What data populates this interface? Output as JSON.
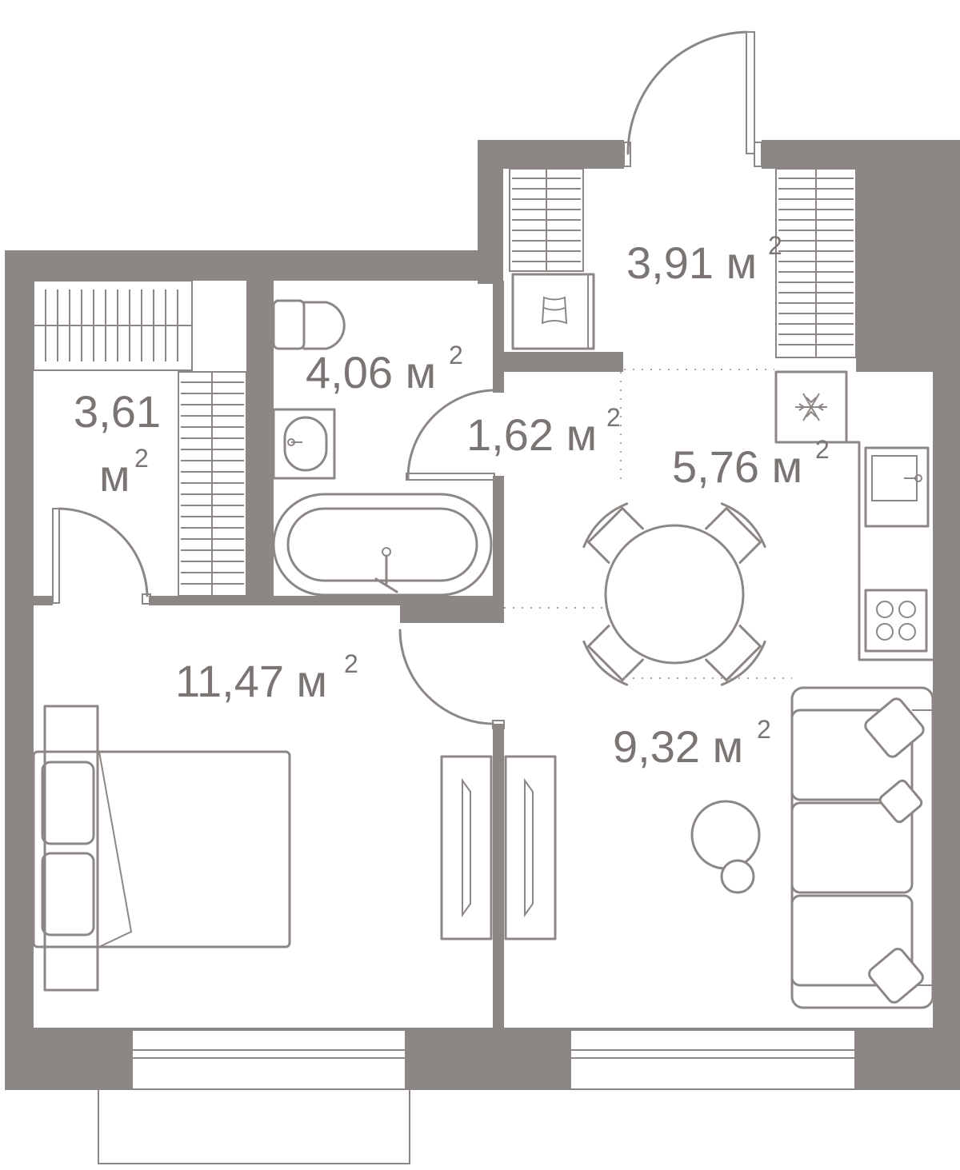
{
  "colors": {
    "wall": "#8c8784",
    "line": "#8c8784",
    "text": "#7a7573",
    "background": "#ffffff"
  },
  "rooms": {
    "hall": {
      "area": "3,91",
      "unit": "м",
      "exp": "2"
    },
    "closet": {
      "area": "3,61",
      "unit": "м",
      "exp": "2"
    },
    "bathroom": {
      "area": "4,06",
      "unit": "м",
      "exp": "2"
    },
    "corridor": {
      "area": "1,62",
      "unit": "м",
      "exp": "2"
    },
    "kitchen": {
      "area": "5,76",
      "unit": "м",
      "exp": "2"
    },
    "bedroom": {
      "area": "11,47",
      "unit": "м",
      "exp": "2"
    },
    "living": {
      "area": "9,32",
      "unit": "м",
      "exp": "2"
    }
  },
  "icons": [
    "door-swing-icon",
    "wardrobe-icon",
    "toilet-icon",
    "sink-icon",
    "bathtub-icon",
    "washing-machine-icon",
    "fridge-snowflake-icon",
    "stove-icon",
    "dining-table-icon",
    "chair-icon",
    "bed-icon",
    "pillow-icon",
    "sofa-icon",
    "coffee-table-icon",
    "window-icon",
    "balcony-icon"
  ]
}
